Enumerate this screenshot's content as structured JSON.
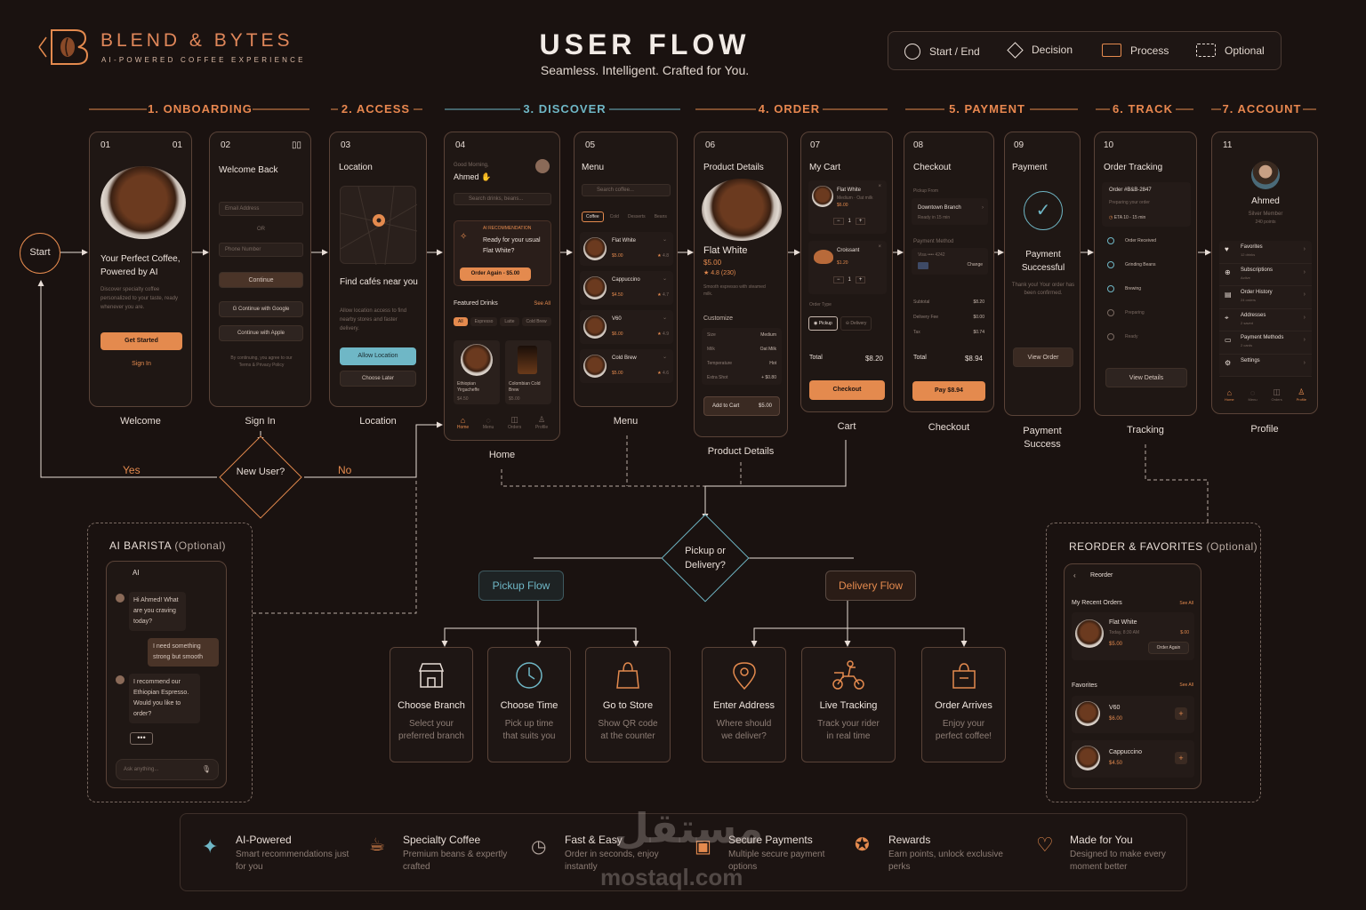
{
  "brand": {
    "name": "BLEND & BYTES",
    "tagline": "AI-POWERED COFFEE EXPERIENCE"
  },
  "header": {
    "title": "USER FLOW",
    "subtitle": "Seamless. Intelligent. Crafted for You."
  },
  "legend": [
    "Start / End",
    "Decision",
    "Process",
    "Optional"
  ],
  "sections": [
    "1. ONBOARDING",
    "2. ACCESS",
    "3. DISCOVER",
    "4. ORDER",
    "5. PAYMENT",
    "6. TRACK",
    "7. ACCOUNT"
  ],
  "start": "Start",
  "decision_new_user": {
    "label": "New User?",
    "yes": "Yes",
    "no": "No"
  },
  "screens": {
    "welcome": {
      "num": "01",
      "num2": "01",
      "headline": "Your Perfect Coffee, Powered by AI",
      "body": "Discover specialty coffee personalized to your taste, ready whenever you are.",
      "cta": "Get Started",
      "link": "Sign In",
      "caption": "Welcome"
    },
    "signin": {
      "num": "02",
      "title": "Welcome Back",
      "email": "Email Address",
      "or": "OR",
      "phone": "Phone Number",
      "cont": "Continue",
      "google": "Continue with Google",
      "apple": "Continue with Apple",
      "terms": "By continuing, you agree to our Terms & Privacy Policy",
      "caption": "Sign In"
    },
    "location": {
      "num": "03",
      "title": "Location",
      "headline": "Find cafés near you",
      "body": "Allow location access to find nearby stores and faster delivery.",
      "allow": "Allow Location",
      "later": "Choose Later",
      "caption": "Location"
    },
    "home": {
      "num": "04",
      "greet": "Good Morning,",
      "name": "Ahmed",
      "search": "Search drinks, beans...",
      "ai_tag": "AI RECOMMENDATION",
      "ai_text": "Ready for your usual Flat White?",
      "reorder": "Order Again - $5.00",
      "featured": "Featured Drinks",
      "see_all": "See All",
      "chips": [
        "All",
        "Espresso",
        "Latte",
        "Cold Brew"
      ],
      "drinks": [
        {
          "name": "Ethiopian Yirgacheffe",
          "price": "$4.50"
        },
        {
          "name": "Colombian Cold Brew",
          "price": "$5.00"
        }
      ],
      "nav": [
        "Home",
        "Menu",
        "Orders",
        "Profile"
      ],
      "caption": "Home"
    },
    "menu": {
      "num": "05",
      "title": "Menu",
      "search": "Search coffee...",
      "chips": [
        "Coffee",
        "Cold",
        "Desserts",
        "Beans"
      ],
      "items": [
        {
          "name": "Flat White",
          "price": "$5.00",
          "rating": "4.8"
        },
        {
          "name": "Cappuccino",
          "price": "$4.50",
          "rating": "4.7"
        },
        {
          "name": "V60",
          "price": "$6.00",
          "rating": "4.9"
        },
        {
          "name": "Cold Brew",
          "price": "$5.00",
          "rating": "4.6"
        }
      ],
      "caption": "Menu"
    },
    "product": {
      "num": "06",
      "title": "Product Details",
      "name": "Flat White",
      "price": "$5.00",
      "rating": "★ 4.8 (230)",
      "desc": "Smooth espresso with steamed milk.",
      "customize": "Customize",
      "opts": [
        [
          "Size",
          "Medium"
        ],
        [
          "Milk",
          "Oat Milk"
        ],
        [
          "Temperature",
          "Hot"
        ],
        [
          "Extra Shot",
          "+ $0.80"
        ]
      ],
      "add": "Add to Cart",
      "add_price": "$5.00",
      "caption": "Product Details"
    },
    "cart": {
      "num": "07",
      "title": "My Cart",
      "items": [
        {
          "name": "Flat White",
          "sub": "Medium · Oat milk",
          "price": "$6.00",
          "qty": "1"
        },
        {
          "name": "Croissant",
          "sub": "",
          "price": "$1.20",
          "qty": "1"
        }
      ],
      "order_type": "Order Type",
      "pickup": "Pickup",
      "delivery": "Delivery",
      "total_label": "Total",
      "total": "$8.20",
      "checkout": "Checkout",
      "caption": "Cart"
    },
    "checkout": {
      "num": "08",
      "title": "Checkout",
      "pickup_from": "Pickup From",
      "branch": "Downtown Branch",
      "ready": "Ready in 15 min",
      "pm": "Payment Method",
      "card": "Visa •••• 4242",
      "change": "Change",
      "rows": [
        [
          "Subtotal",
          "$8.20"
        ],
        [
          "Delivery Fee",
          "$0.00"
        ],
        [
          "Tax",
          "$0.74"
        ]
      ],
      "total_label": "Total",
      "total": "$8.94",
      "pay": "Pay $8.94",
      "caption": "Checkout"
    },
    "payment": {
      "num": "09",
      "title": "Payment",
      "headline": "Payment Successful",
      "body": "Thank you! Your order has been confirmed.",
      "view": "View Order",
      "caption": "Payment Success"
    },
    "tracking": {
      "num": "10",
      "title": "Order Tracking",
      "order": "Order #B&B-2847",
      "status": "Preparing your order",
      "eta": "ETA 10 - 15 min",
      "steps": [
        "Order Received",
        "Grinding Beans",
        "Brewing",
        "Preparing",
        "Ready"
      ],
      "details": "View Details",
      "caption": "Tracking"
    },
    "profile": {
      "num": "11",
      "name": "Ahmed",
      "tier": "Silver Member",
      "points": "240 points",
      "items": [
        {
          "t": "Favorites",
          "s": "12 drinks"
        },
        {
          "t": "Subscriptions",
          "s": "Active"
        },
        {
          "t": "Order History",
          "s": "24 orders"
        },
        {
          "t": "Addresses",
          "s": "2 saved"
        },
        {
          "t": "Payment Methods",
          "s": "2 cards"
        },
        {
          "t": "Settings",
          "s": ""
        }
      ],
      "nav": [
        "Home",
        "Menu",
        "Orders",
        "Profile"
      ],
      "caption": "Profile"
    }
  },
  "decision_pickup": "Pickup or Delivery?",
  "pickup_flow": {
    "label": "Pickup Flow",
    "cards": [
      {
        "t": "Choose Branch",
        "d": "Select your preferred branch"
      },
      {
        "t": "Choose Time",
        "d": "Pick up time that suits you"
      },
      {
        "t": "Go to Store",
        "d": "Show QR code at the counter"
      }
    ]
  },
  "delivery_flow": {
    "label": "Delivery Flow",
    "cards": [
      {
        "t": "Enter Address",
        "d": "Where should we deliver?"
      },
      {
        "t": "Live Tracking",
        "d": "Track your rider in real time"
      },
      {
        "t": "Order Arrives",
        "d": "Enjoy your perfect coffee!"
      }
    ]
  },
  "ai_barista": {
    "title": "AI BARISTA",
    "opt": "(Optional)",
    "header": "AI",
    "msgs": [
      {
        "who": "ai",
        "text": "Hi Ahmed! What are you craving today?"
      },
      {
        "who": "user",
        "text": "I need something strong but smooth"
      },
      {
        "who": "ai",
        "text": "I recommend our Ethiopian Espresso. Would you like to order?"
      }
    ],
    "input": "Ask anything..."
  },
  "reorder": {
    "title": "REORDER & FAVORITES",
    "opt": "(Optional)",
    "header": "Reorder",
    "recent": "My Recent Orders",
    "see_all": "See All",
    "recent_item": {
      "name": "Flat White",
      "sub": "Today, 8:30 AM",
      "price": "$5.00",
      "price2": "$.00",
      "btn": "Order Again"
    },
    "fav": "Favorites",
    "fav_see": "See All",
    "favs": [
      {
        "name": "V60",
        "price": "$6.00"
      },
      {
        "name": "Cappuccino",
        "price": "$4.50"
      }
    ]
  },
  "features": [
    {
      "t": "AI-Powered",
      "d": "Smart recommendations just for you",
      "icon": "sparkle-icon"
    },
    {
      "t": "Specialty Coffee",
      "d": "Premium beans & expertly crafted",
      "icon": "coffee-cup-icon"
    },
    {
      "t": "Fast & Easy",
      "d": "Order in seconds, enjoy instantly",
      "icon": "stopwatch-icon"
    },
    {
      "t": "Secure Payments",
      "d": "Multiple secure payment options",
      "icon": "wallet-icon"
    },
    {
      "t": "Rewards",
      "d": "Earn points, unlock exclusive perks",
      "icon": "medal-icon"
    },
    {
      "t": "Made for You",
      "d": "Designed to make every moment better",
      "icon": "heart-icon"
    }
  ],
  "watermark": {
    "arabic": "مستقل",
    "latin": "mostaql.com"
  },
  "colors": {
    "bg": "#1a1210",
    "accent": "#e48a4e",
    "teal": "#6fb7c6",
    "border": "#5a4338"
  }
}
